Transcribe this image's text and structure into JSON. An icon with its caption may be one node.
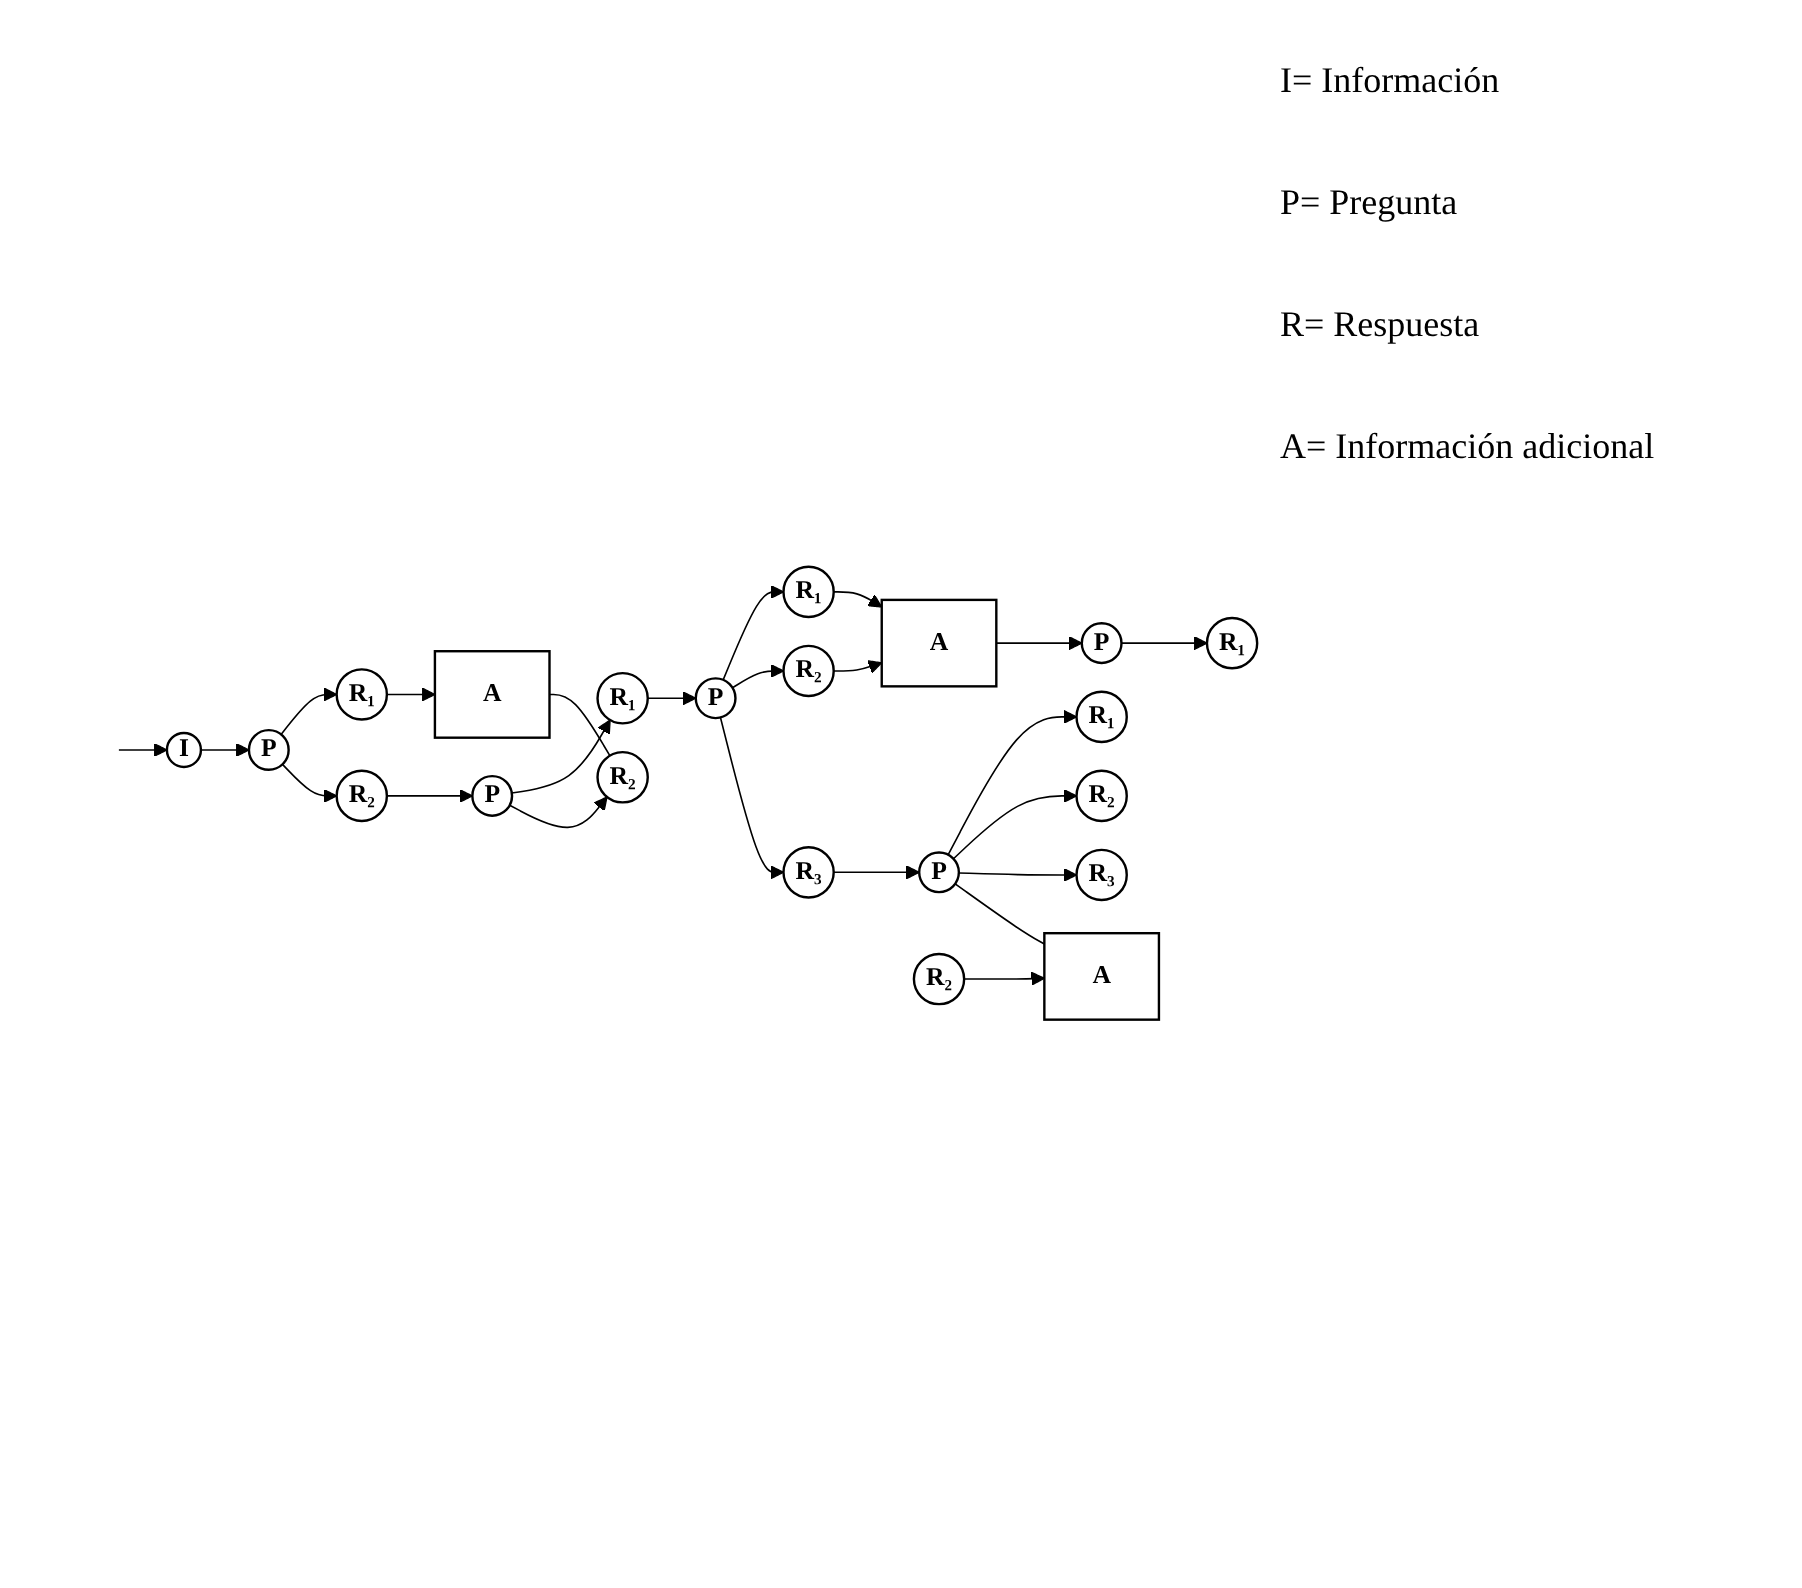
{
  "diagram": {
    "nodes": [
      {
        "text": [
          "I"
        ]
      },
      {
        "text": [
          "P"
        ]
      },
      {
        "text": [
          "R₁"
        ]
      },
      {
        "text": [
          "A"
        ]
      },
      {
        "text": [
          "R₂"
        ]
      },
      {
        "text": [
          "P"
        ]
      },
      {
        "text": [
          "R₁"
        ]
      },
      {
        "text": [
          "R₂"
        ]
      },
      {
        "text": [
          "P"
        ]
      },
      {
        "text": [
          "R₁"
        ]
      },
      {
        "text": [
          "R₂"
        ]
      },
      {
        "text": [
          "R₃"
        ]
      },
      {
        "text": [
          "A"
        ]
      },
      {
        "text": [
          "P"
        ]
      },
      {
        "text": [
          "R₁"
        ]
      },
      {
        "text": [
          "R₂"
        ]
      },
      {
        "text": [
          "R₃"
        ]
      },
      {
        "text": [
          "R₁"
        ]
      },
      {
        "text": [
          "P"
        ]
      },
      {
        "text": [
          "R₂"
        ]
      },
      {
        "text": [
          "A"
        ]
      }
    ],
    "edges": [
      {
        "from": null,
        "to": 0,
        "arrow": "to"
      },
      {
        "from": 0,
        "to": 1,
        "arrow": "to"
      },
      {
        "from": 1,
        "to": 2,
        "arrow": "to"
      },
      {
        "from": 1,
        "to": 4,
        "arrow": "to"
      },
      {
        "from": 2,
        "to": 3,
        "arrow": "to"
      },
      {
        "from": 3,
        "to": 7,
        "arrow": "none"
      },
      {
        "from": 4,
        "to": 5,
        "arrow": "to"
      },
      {
        "from": 5,
        "to": 6,
        "arrow": "to"
      },
      {
        "from": 5,
        "to": 7,
        "arrow": "to"
      },
      {
        "from": 6,
        "to": 8,
        "arrow": "to"
      },
      {
        "from": 8,
        "to": 9,
        "arrow": "to"
      },
      {
        "from": 8,
        "to": 10,
        "arrow": "to"
      },
      {
        "from": 8,
        "to": 11,
        "arrow": "to"
      },
      {
        "from": 9,
        "to": 12,
        "arrow": "to"
      },
      {
        "from": 10,
        "to": 12,
        "arrow": "to"
      },
      {
        "from": 11,
        "to": 13,
        "arrow": "to"
      },
      {
        "from": 13,
        "to": 14,
        "arrow": "to"
      },
      {
        "from": 13,
        "to": 15,
        "arrow": "to"
      },
      {
        "from": 13,
        "to": 16,
        "arrow": "to"
      },
      {
        "from": 13,
        "to": 20,
        "arrow": "none"
      },
      {
        "from": 12,
        "to": 18,
        "arrow": "to"
      },
      {
        "from": 18,
        "to": 17,
        "arrow": "to"
      },
      {
        "from": 19,
        "to": 20,
        "arrow": "to"
      }
    ],
    "labels": [
      "I= Información",
      "P= Pregunta",
      "R= Respuesta",
      "A= Información adicional"
    ]
  }
}
